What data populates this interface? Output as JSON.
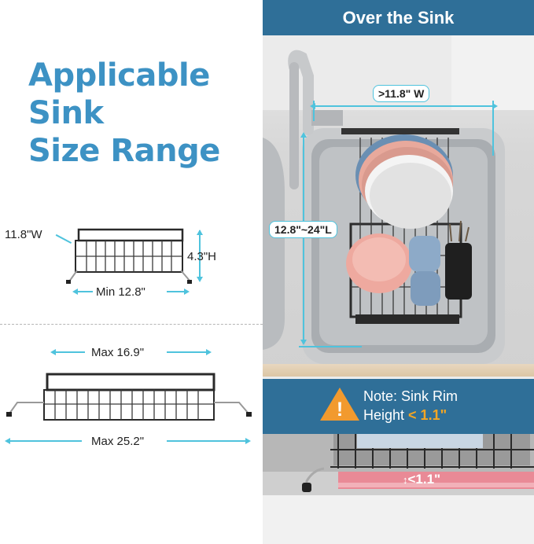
{
  "headline": {
    "line1": "Applicable",
    "line2": "Sink",
    "line3": "Size Range"
  },
  "small_rack": {
    "width_label": "11.8\"W",
    "height_label": "4.3\"H",
    "length_label": "Min 12.8\""
  },
  "extended_rack": {
    "basket_label": "Max 16.9\"",
    "total_label": "Max 25.2\""
  },
  "over_sink": {
    "title": "Over the Sink",
    "width_label": ">11.8\" W",
    "length_label": "12.8\"~24\"L"
  },
  "note": {
    "line1": "Note: Sink Rim",
    "line2_prefix": "Height ",
    "line2_value": "< 1.1\"",
    "rim_label": "<1.1\""
  },
  "colors": {
    "brand_blue": "#3d92c4",
    "band_blue": "#2f6f98",
    "dimension_cyan": "#4fc3dd",
    "warning_orange": "#f29a2e",
    "rim_pink": "#e98a96"
  }
}
